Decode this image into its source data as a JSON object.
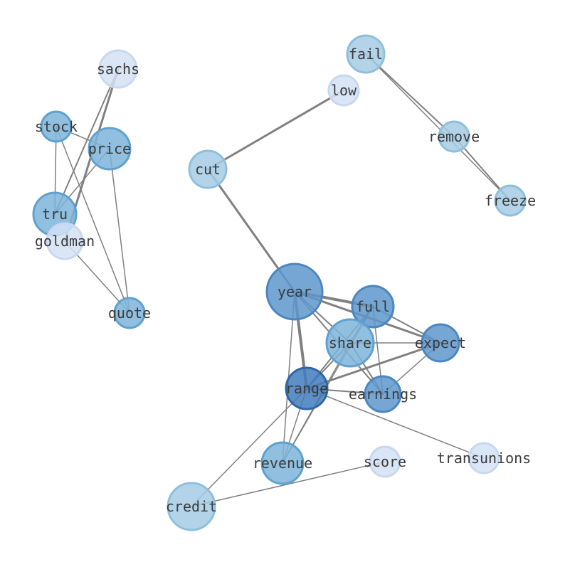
{
  "colors": {
    "edge": "#808080",
    "label": "#3a3a3a",
    "level_1": "#d4e2f4",
    "level_2": "#a6cde4",
    "level_3": "#7db4db",
    "level_4": "#5e98cd",
    "level_5": "#3f7dbd"
  },
  "nodes": [
    {
      "id": "sachs",
      "label": "sachs",
      "level": 1
    },
    {
      "id": "stock",
      "label": "stock",
      "level": 3
    },
    {
      "id": "price",
      "label": "price",
      "level": 3
    },
    {
      "id": "tru",
      "label": "tru",
      "level": 3
    },
    {
      "id": "goldman",
      "label": "goldman",
      "level": 1
    },
    {
      "id": "quote",
      "label": "quote",
      "level": 3
    },
    {
      "id": "fail",
      "label": "fail",
      "level": 2
    },
    {
      "id": "low",
      "label": "low",
      "level": 1
    },
    {
      "id": "remove",
      "label": "remove",
      "level": 2
    },
    {
      "id": "freeze",
      "label": "freeze",
      "level": 2
    },
    {
      "id": "cut",
      "label": "cut",
      "level": 2
    },
    {
      "id": "year",
      "label": "year",
      "level": 4
    },
    {
      "id": "full",
      "label": "full",
      "level": 4
    },
    {
      "id": "share",
      "label": "share",
      "level": 3
    },
    {
      "id": "expect",
      "label": "expect",
      "level": 4
    },
    {
      "id": "range",
      "label": "range",
      "level": 5
    },
    {
      "id": "earnings",
      "label": "earnings",
      "level": 4
    },
    {
      "id": "revenue",
      "label": "revenue",
      "level": 3
    },
    {
      "id": "score",
      "label": "score",
      "level": 1
    },
    {
      "id": "transunions",
      "label": "transunions",
      "level": 1
    },
    {
      "id": "credit",
      "label": "credit",
      "level": 2
    }
  ],
  "edges": [
    {
      "source": "sachs",
      "target": "goldman",
      "weight": 3
    },
    {
      "source": "sachs",
      "target": "tru",
      "weight": 2
    },
    {
      "source": "stock",
      "target": "price",
      "weight": 1.5
    },
    {
      "source": "stock",
      "target": "tru",
      "weight": 1.5
    },
    {
      "source": "stock",
      "target": "quote",
      "weight": 1.5
    },
    {
      "source": "price",
      "target": "tru",
      "weight": 1.5
    },
    {
      "source": "price",
      "target": "quote",
      "weight": 1.5
    },
    {
      "source": "goldman",
      "target": "quote",
      "weight": 1.5
    },
    {
      "source": "fail",
      "target": "remove",
      "weight": 2
    },
    {
      "source": "fail",
      "target": "freeze",
      "weight": 1.5
    },
    {
      "source": "remove",
      "target": "freeze",
      "weight": 2
    },
    {
      "source": "low",
      "target": "cut",
      "weight": 3
    },
    {
      "source": "cut",
      "target": "year",
      "weight": 3
    },
    {
      "source": "year",
      "target": "full",
      "weight": 4
    },
    {
      "source": "year",
      "target": "share",
      "weight": 2
    },
    {
      "source": "year",
      "target": "expect",
      "weight": 3
    },
    {
      "source": "year",
      "target": "range",
      "weight": 4
    },
    {
      "source": "year",
      "target": "earnings",
      "weight": 2
    },
    {
      "source": "year",
      "target": "revenue",
      "weight": 1.5
    },
    {
      "source": "full",
      "target": "share",
      "weight": 2
    },
    {
      "source": "full",
      "target": "expect",
      "weight": 2
    },
    {
      "source": "full",
      "target": "range",
      "weight": 2
    },
    {
      "source": "full",
      "target": "earnings",
      "weight": 1.5
    },
    {
      "source": "full",
      "target": "revenue",
      "weight": 1.5
    },
    {
      "source": "share",
      "target": "expect",
      "weight": 1.5
    },
    {
      "source": "share",
      "target": "range",
      "weight": 2
    },
    {
      "source": "share",
      "target": "earnings",
      "weight": 2
    },
    {
      "source": "share",
      "target": "revenue",
      "weight": 1.5
    },
    {
      "source": "expect",
      "target": "range",
      "weight": 3
    },
    {
      "source": "expect",
      "target": "earnings",
      "weight": 1.5
    },
    {
      "source": "range",
      "target": "earnings",
      "weight": 2
    },
    {
      "source": "range",
      "target": "revenue",
      "weight": 1.5
    },
    {
      "source": "range",
      "target": "credit",
      "weight": 1.5
    },
    {
      "source": "range",
      "target": "transunions",
      "weight": 1.5
    },
    {
      "source": "credit",
      "target": "score",
      "weight": 1.5
    }
  ]
}
